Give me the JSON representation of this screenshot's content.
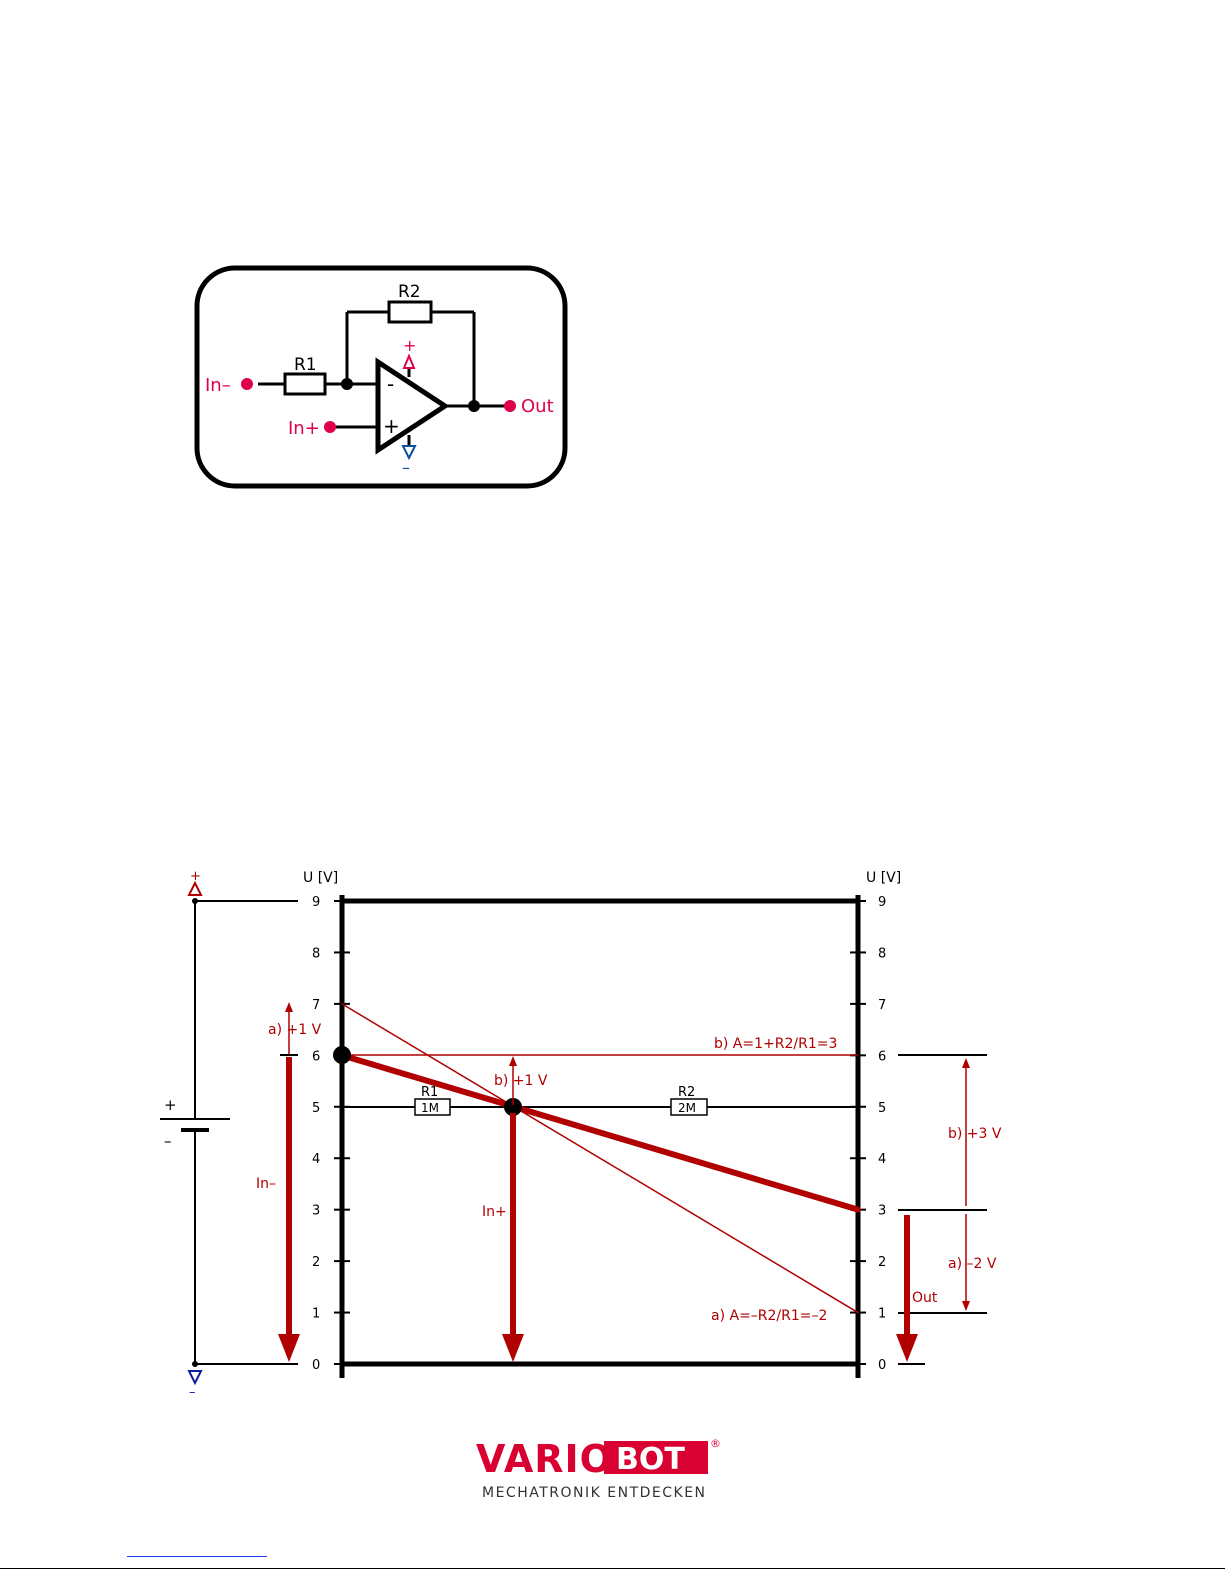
{
  "circuit": {
    "r1": "R1",
    "r2": "R2",
    "in_minus": "In–",
    "in_plus": "In+",
    "out": "Out",
    "opamp_minus": "-",
    "opamp_plus": "+",
    "supply_plus": "+",
    "supply_minus": "–"
  },
  "chart": {
    "axis_label_left": "U [V]",
    "axis_label_right": "U [V]",
    "ticks": [
      "0",
      "1",
      "2",
      "3",
      "4",
      "5",
      "6",
      "7",
      "8",
      "9"
    ],
    "battery_plus": "+",
    "battery_minus": "–",
    "rail_plus": "+",
    "rail_minus": "–",
    "r1_label": "R1",
    "r1_value": "1M",
    "r2_label": "R2",
    "r2_value": "2M",
    "a_plus_1v": "a)  +1 V",
    "b_plus_1v": "b)  +1 V",
    "in_minus": "In–",
    "in_plus": "In+",
    "b_gain": "b) A=1+R2/R1=3",
    "a_gain": "a) A=–R2/R1=–2",
    "b_plus_3v": "b)  +3 V",
    "a_minus_2v": "a)  –2 V",
    "out": "Out",
    "colors": {
      "red": "#b00000",
      "pin_red": "#e0004a",
      "blue": "#0a4fa0"
    }
  },
  "chart_data": {
    "type": "line",
    "ylim": [
      0,
      9
    ],
    "series": [
      {
        "name": "b) A=1+R2/R1=3",
        "x": [
          0,
          3
        ],
        "y": [
          6,
          3
        ]
      },
      {
        "name": "a) A=–R2/R1=–2",
        "x": [
          0,
          3
        ],
        "y": [
          7,
          1
        ]
      }
    ]
  },
  "logo": {
    "word1": "VARIO",
    "word2": "BOT",
    "registered": "®",
    "tagline": "MECHATRONIK ENTDECKEN"
  }
}
